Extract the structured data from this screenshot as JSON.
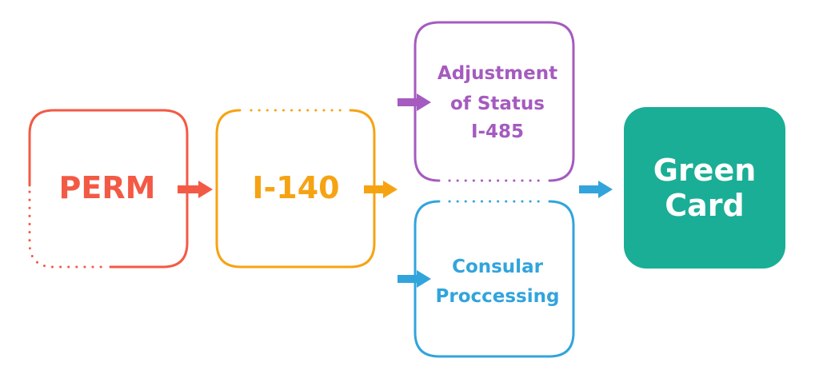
{
  "colors": {
    "perm": "#f35a45",
    "i140": "#f6a313",
    "adjustment": "#a55bbf",
    "consular": "#32a4dc",
    "green_card_fill": "#1aae96",
    "green_card_text": "#ffffff"
  },
  "steps": {
    "perm": {
      "label": "PERM"
    },
    "i140": {
      "label": "I-140"
    },
    "adjustment": {
      "lines": [
        "Adjustment",
        "of Status",
        "I-485"
      ]
    },
    "consular": {
      "lines": [
        "Consular",
        "Proccessing"
      ]
    },
    "green_card": {
      "lines": [
        "Green",
        "Card"
      ]
    }
  }
}
